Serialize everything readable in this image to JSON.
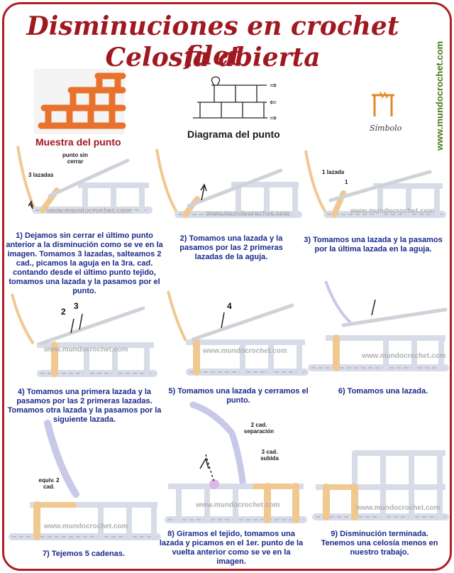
{
  "header": {
    "title_line1": "Disminuciones en crochet filet",
    "title_line2": "Celosía abierta",
    "side_url": "www.mundocrochet.com",
    "sample_caption": "Muestra del punto",
    "diagram_caption": "Diagrama del punto",
    "symbol_caption": "Símbolo"
  },
  "watermark": "www.mundocrochet.com",
  "steps": [
    {
      "id": "1",
      "caption": "1) Dejamos sin cerrar el último punto anterior a la disminución como se ve en la imagen. Tomamos 3 lazadas, salteamos 2 cad., picamos la aguja en la 3ra. cad. contando desde el último punto tejido, tomamos una lazada y la pasamos por el punto.",
      "labels": [
        "punto sin cerrar",
        "3 lazadas"
      ]
    },
    {
      "id": "2",
      "caption": "2) Tomamos una lazada y la pasamos por las 2 primeras lazadas de la aguja.",
      "labels": []
    },
    {
      "id": "3",
      "caption": "3) Tomamos una lazada y la pasamos por la última lazada en la aguja.",
      "labels": [
        "1 lazada",
        "1"
      ]
    },
    {
      "id": "4",
      "caption": "4) Tomamos una primera lazada y la pasamos por las 2 primeras lazadas. Tomamos otra lazada y la pasamos por la siguiente lazada.",
      "labels": [
        "2",
        "3"
      ]
    },
    {
      "id": "5",
      "caption": "5) Tomamos una lazada y cerramos el punto.",
      "labels": [
        "4"
      ]
    },
    {
      "id": "6",
      "caption": "6) Tomamos una lazada.",
      "labels": []
    },
    {
      "id": "7",
      "caption": "7) Tejemos 5 cadenas.",
      "labels": [
        "equiv. 2 cad."
      ]
    },
    {
      "id": "8",
      "caption": "8) Giramos el tejido, tomamos una lazada y picamos en el 1er. punto de la vuelta anterior como se ve en la imagen.",
      "labels": [
        "2 cad. separación",
        "3 cad. subida"
      ]
    },
    {
      "id": "9",
      "caption": "9) Disminución terminada. Tenemos una celosía menos en nuestro trabajo.",
      "labels": []
    }
  ],
  "colors": {
    "title": "#a01820",
    "frame": "#b01e24",
    "caption": "#1a2a8a",
    "yarn_base": "#e8ecf2",
    "yarn_accent": "#f0c890",
    "yarn_violet": "#c8c8e8",
    "sample": "#e8722c",
    "side_url": "#4a7a1a"
  }
}
